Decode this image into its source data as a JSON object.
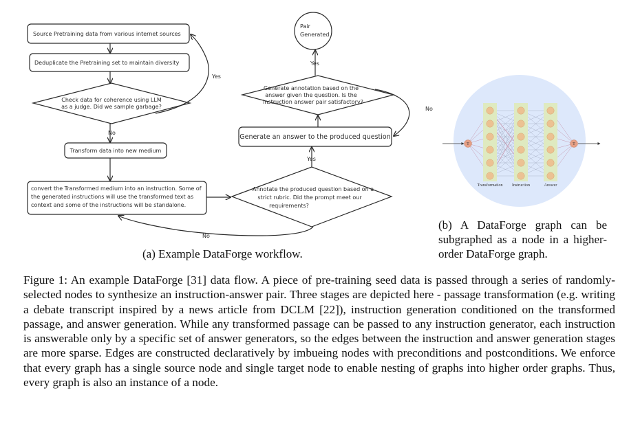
{
  "workflow": {
    "nodes": {
      "source": "Source Pretraining data from various internet sources",
      "dedup": "Deduplicate the Pretraining set to maintain diversity",
      "check_line1": "Check data for coherence using LLM",
      "check_line2": "as a judge. Did we sample garbage?",
      "transform": "Transform data into new medium",
      "convert_line1": "convert the Transformed medium into an instruction. Some of",
      "convert_line2": "the generated instructions will use the transformed text as",
      "convert_line3": "context and some of the instructions will be standalone.",
      "annotate_q_line1": "Annotate the produced question based on a",
      "annotate_q_line2": "strict rubric. Did the prompt meet our",
      "annotate_q_line3": "requirements?",
      "answer": "Generate an answer to the produced question",
      "annotate_a_line1": "Generate annotation based on the",
      "annotate_a_line2": "answer given the question. Is the",
      "annotate_a_line3": "instruction answer pair satisfactory?",
      "pair_line1": "Pair",
      "pair_line2": "Generated"
    },
    "edges": {
      "yes_retry": "Yes",
      "no_continue": "No",
      "no_convert": "No",
      "yes_answer": "Yes",
      "no_answer_retry": "No",
      "yes_pair": "Yes"
    }
  },
  "subgraph": {
    "labels": {
      "transformation": "Transformation",
      "instruction": "Instruction",
      "answer": "Answer"
    },
    "node_symbol": "T",
    "colors": {
      "background": "#dde8fb",
      "column": "#dfeac0",
      "node": "#ecc293",
      "endpoint": "#e59f85",
      "edge": "#c89ab0"
    }
  },
  "captions": {
    "a": "(a) Example DataForge workflow.",
    "b": "(b) A DataForge graph can be subgraphed as a node in a higher-order DataForge graph.",
    "figure": "Figure 1: An example DataForge [31] data flow. A piece of pre-training seed data is passed through a series of randomly-selected nodes to synthesize an instruction-answer pair. Three stages are depicted here - passage transformation (e.g. writing a debate transcript inspired by a news article from DCLM [22]), instruction generation conditioned on the transformed passage, and answer generation. While any transformed passage can be passed to any instruction generator, each instruction is answerable only by a specific set of answer generators, so the edges between the instruction and answer generation stages are more sparse. Edges are constructed declaratively by imbueing nodes with preconditions and postconditions. We enforce that every graph has a single source node and single target node to enable nesting of graphs into higher order graphs. Thus, every graph is also an instance of a node."
  }
}
